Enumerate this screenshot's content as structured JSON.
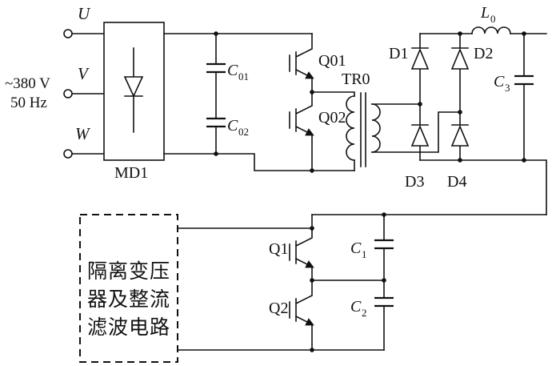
{
  "source": {
    "voltage": "~380 V",
    "frequency": "50 Hz",
    "terminals": {
      "u": "U",
      "v": "V",
      "w": "W"
    }
  },
  "components": {
    "md1": "MD1",
    "c01": {
      "base": "C",
      "sub": "01"
    },
    "c02": {
      "base": "C",
      "sub": "02"
    },
    "q01": "Q01",
    "q02": "Q02",
    "tr0": "TR0",
    "d1": "D1",
    "d2": "D2",
    "d3": "D3",
    "d4": "D4",
    "l0": {
      "base": "L",
      "sub": "0"
    },
    "c3": {
      "base": "C",
      "sub": "3"
    },
    "q1": "Q1",
    "q2": "Q2",
    "c1": {
      "base": "C",
      "sub": "1"
    },
    "c2": {
      "base": "C",
      "sub": "2"
    }
  },
  "isolation_box": {
    "lines": [
      "隔离变压",
      "器及整流",
      "滤波电路"
    ]
  }
}
